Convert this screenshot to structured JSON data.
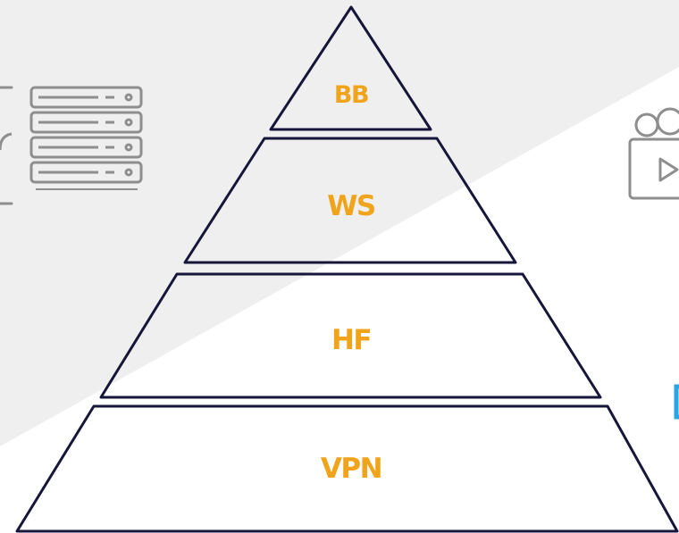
{
  "pyramid": {
    "tiers": [
      {
        "label": "BB"
      },
      {
        "label": "WS"
      },
      {
        "label": "HF"
      },
      {
        "label": "VPN"
      }
    ]
  },
  "colors": {
    "background": "#ffffff",
    "panel": "#efeff0",
    "outline": "#16163a",
    "label": "#f0a41c",
    "icon": "#8e8e8e",
    "accent": "#2aa6e6"
  },
  "icons": {
    "left": "server-rack-icon",
    "right": "video-camera-icon",
    "accent": "partial-box-icon"
  }
}
